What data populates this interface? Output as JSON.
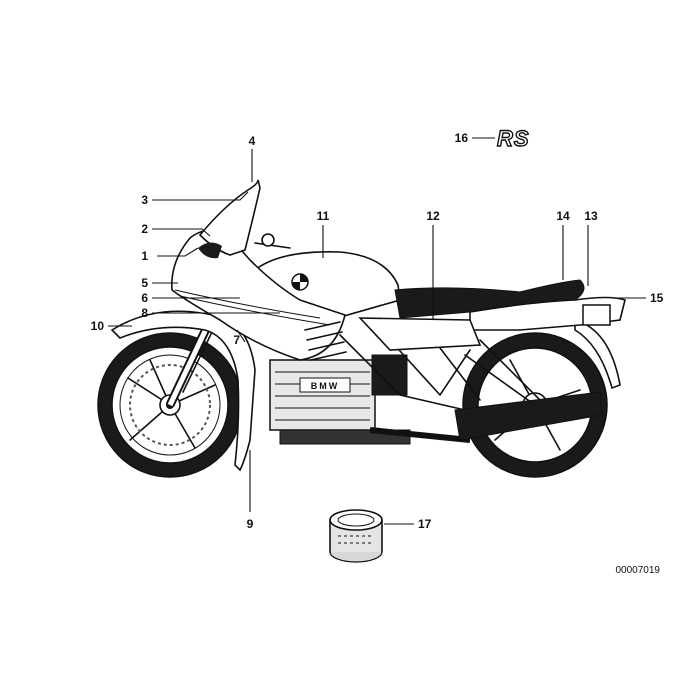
{
  "callouts": {
    "c1": "1",
    "c2": "2",
    "c3": "3",
    "c4": "4",
    "c5": "5",
    "c6": "6",
    "c7": "7",
    "c8": "8",
    "c9": "9",
    "c10": "10",
    "c11": "11",
    "c12": "12",
    "c13": "13",
    "c14": "14",
    "c15": "15",
    "c16": "16",
    "c17": "17"
  },
  "badge_text": "RS",
  "engine_text": "BMW",
  "drawing_number": "00007019",
  "icons": {
    "motorcycle": "motorcycle-illustration-icon",
    "emblem": "rs-emblem-icon",
    "ring": "trim-ring-icon"
  }
}
